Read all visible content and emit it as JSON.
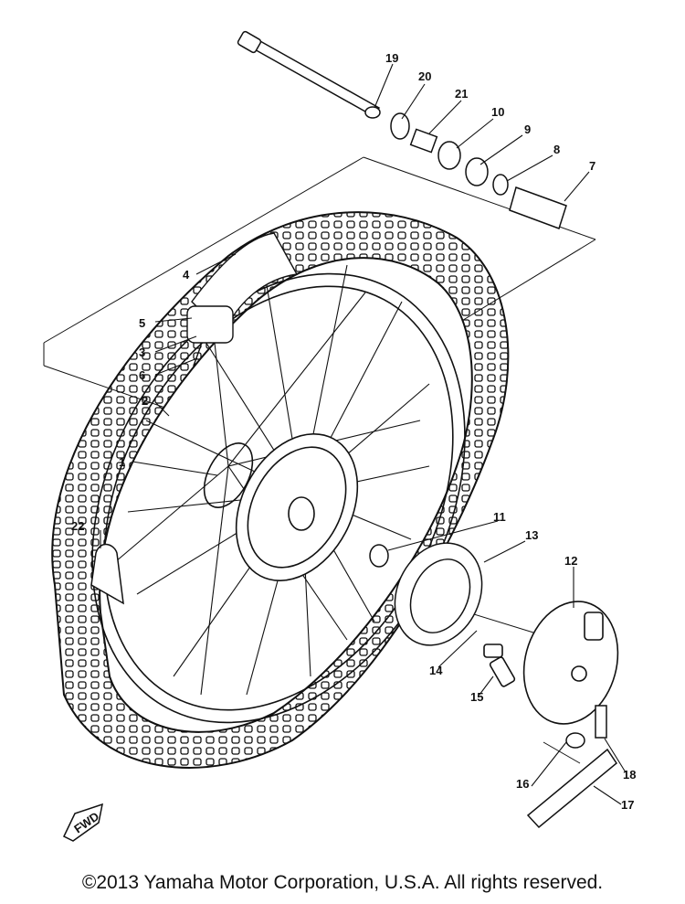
{
  "diagram": {
    "callouts": [
      "1",
      "2",
      "3",
      "4",
      "5",
      "6",
      "7",
      "8",
      "9",
      "10",
      "11",
      "12",
      "13",
      "14",
      "15",
      "16",
      "17",
      "18",
      "19",
      "20",
      "21",
      "22"
    ],
    "fwd_label": "FWD"
  },
  "footer": {
    "copyright": "©2013 Yamaha Motor Corporation, U.S.A. All rights reserved."
  }
}
